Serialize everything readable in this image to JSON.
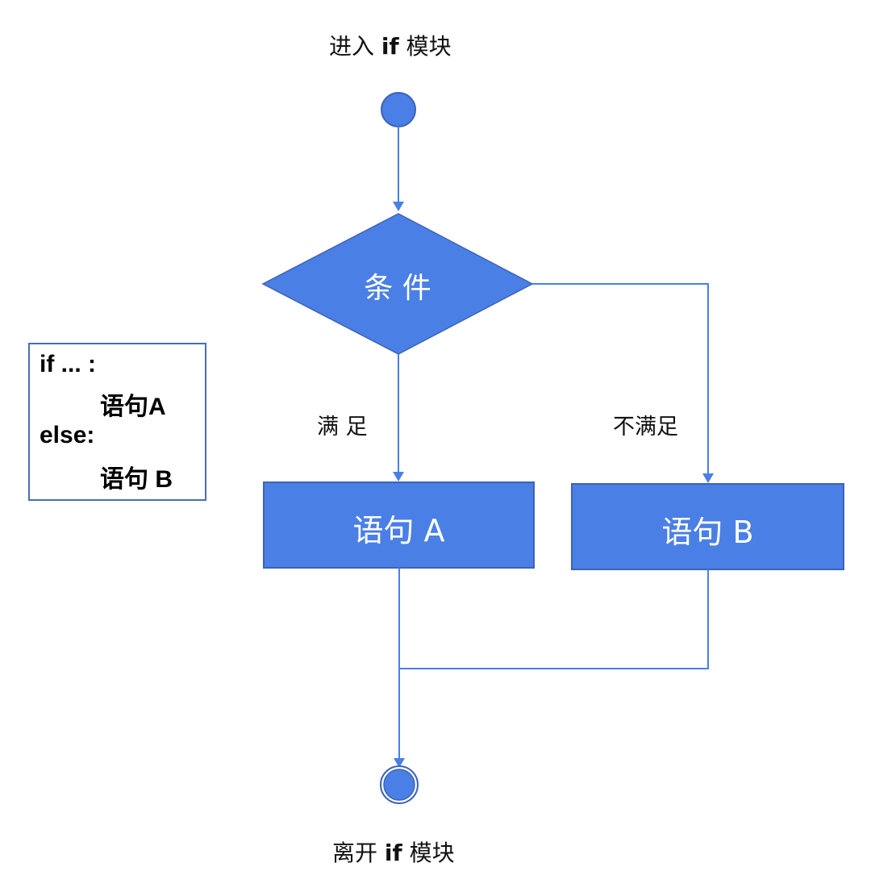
{
  "colors": {
    "node_fill": "#4a7fe6",
    "node_stroke": "#3d63b8",
    "line": "#4a7fe6",
    "text": "#111111",
    "node_text": "#ffffff",
    "code_border": "#4b6eaf"
  },
  "start_label": {
    "prefix": "进入",
    "keyword": "if",
    "suffix": "模块"
  },
  "end_label": {
    "prefix": "离开",
    "keyword": "if",
    "suffix": "模块"
  },
  "decision": {
    "label": "条 件"
  },
  "branches": {
    "yes_label": "满 足",
    "no_label": "不满足"
  },
  "statement_a": {
    "label": "语句 A"
  },
  "statement_b": {
    "label": "语句 B"
  },
  "code_snippet": {
    "lines": [
      "if ... :",
      "语句A",
      "else:",
      "语句 B"
    ]
  }
}
